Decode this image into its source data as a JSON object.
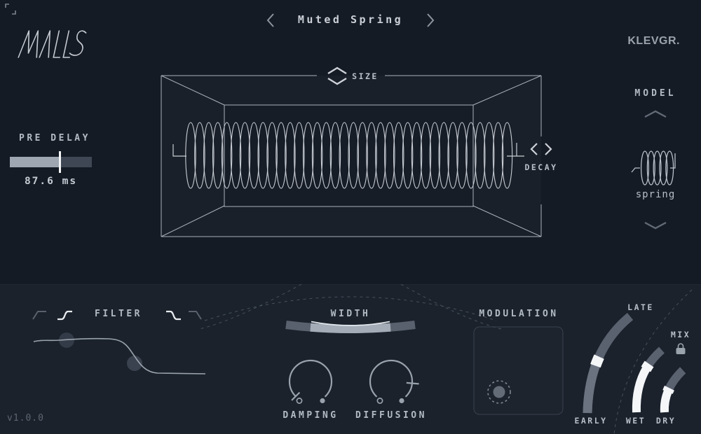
{
  "app": {
    "logo": "WALLS",
    "brand": "KLEVGR.",
    "version": "v1.0.0"
  },
  "preset": {
    "name": "Muted Spring"
  },
  "room": {
    "size_label": "SIZE",
    "decay_label": "DECAY"
  },
  "pre_delay": {
    "label": "PRE DELAY",
    "value": "87.6 ms",
    "fill_pct": 61
  },
  "model": {
    "label": "MODEL",
    "value": "spring"
  },
  "spring_viz": {
    "coils": 36,
    "icon_coils": 5
  },
  "filter": {
    "label": "FILTER"
  },
  "width": {
    "label": "WIDTH"
  },
  "knobs": {
    "damping": "DAMPING",
    "diffusion": "DIFFUSION"
  },
  "modulation": {
    "label": "MODULATION"
  },
  "mix": {
    "label": "MIX",
    "late": "LATE",
    "early": "EARLY",
    "wet": "WET",
    "dry": "DRY",
    "locked": true
  },
  "colors": {
    "bg_top": "#151B24",
    "bg_bottom": "#1B222C",
    "wire": "#A9B1BB",
    "track_dark": "#59616E",
    "track_light": "#9DA6B1",
    "handle_white": "#F2F4F6",
    "label": "#B2BAC4"
  }
}
